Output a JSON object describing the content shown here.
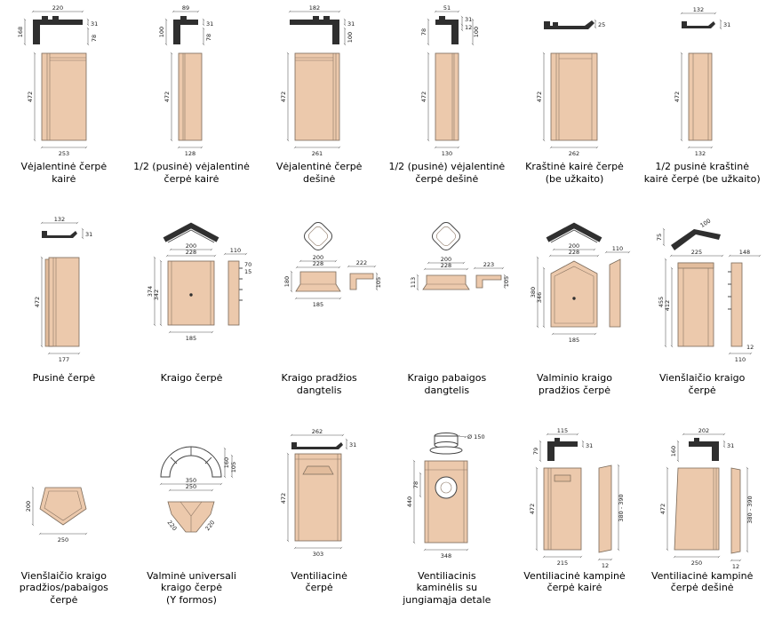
{
  "page": {
    "background": "#ffffff",
    "tile_fill": "#ecc9ac",
    "profile_color": "#2f2f2f",
    "dimension_line_color": "#555555"
  },
  "cells": [
    {
      "id": "vejalentine-kaire",
      "caption": "Vėjalentinė čerpė\nkairė",
      "dims": [
        "220",
        "168",
        "31",
        "78",
        "472",
        "253"
      ]
    },
    {
      "id": "pusine-vejalentine-kaire",
      "caption": "1/2 (pusinė) vėjalentinė\nčerpė kairė",
      "dims": [
        "89",
        "31",
        "100",
        "78",
        "472",
        "128"
      ]
    },
    {
      "id": "vejalentine-desine",
      "caption": "Vėjalentinė čerpė\ndešinė",
      "dims": [
        "182",
        "31",
        "100",
        "472",
        "261"
      ]
    },
    {
      "id": "pusine-vejalentine-desine",
      "caption": "1/2 (pusinė) vėjalentinė\nčerpė dešinė",
      "dims": [
        "51",
        "31",
        "12",
        "78",
        "100",
        "472",
        "130"
      ]
    },
    {
      "id": "krastine-kaire",
      "caption": "Kraštinė kairė čerpė\n(be užkaito)",
      "dims": [
        "25",
        "472",
        "262"
      ]
    },
    {
      "id": "pusine-krastine-kaire",
      "caption": "1/2 pusinė kraštinė\nkairė čerpė (be užkaito)",
      "dims": [
        "132",
        "31",
        "472",
        "132"
      ]
    },
    {
      "id": "pusine-cerpe",
      "caption": "Pusinė čerpė",
      "dims": [
        "132",
        "31",
        "472",
        "177"
      ]
    },
    {
      "id": "kraigo-cerpe",
      "caption": "Kraigo čerpė",
      "dims": [
        "200",
        "228",
        "374",
        "342",
        "185",
        "110",
        "70",
        "15"
      ]
    },
    {
      "id": "kraigo-pradzios-dangtelis",
      "caption": "Kraigo pradžios\ndangtelis",
      "dims": [
        "200",
        "228",
        "180",
        "185",
        "222",
        "105"
      ]
    },
    {
      "id": "kraigo-pabaigos-dangtelis",
      "caption": "Kraigo pabaigos\ndangtelis",
      "dims": [
        "200",
        "228",
        "113",
        "223",
        "105"
      ]
    },
    {
      "id": "valminio-kraigo-pradzios",
      "caption": "Valminio kraigo\npradžios čerpė",
      "dims": [
        "200",
        "228",
        "380",
        "346",
        "185",
        "110"
      ]
    },
    {
      "id": "vienslaicio-kraigo",
      "caption": "Vienšlaičio kraigo\nčerpė",
      "dims": [
        "75",
        "100",
        "225",
        "148",
        "455",
        "412",
        "110",
        "12"
      ]
    },
    {
      "id": "vienslaicio-kraigo-pradzios",
      "caption": "Vienšlaičio kraigo\npradžios/pabaigos\nčerpė",
      "dims": [
        "200",
        "250"
      ]
    },
    {
      "id": "valmine-universali-y",
      "caption": "Valminė universali\nkraigo čerpė\n(Y formos)",
      "dims": [
        "160",
        "105",
        "350",
        "250",
        "220",
        "220"
      ]
    },
    {
      "id": "ventiliacine-cerpe",
      "caption": "Ventiliacinė\nčerpė",
      "dims": [
        "262",
        "31",
        "472",
        "303"
      ]
    },
    {
      "id": "ventiliacinis-kaminelis",
      "caption": "Ventiliacinis\nkaminėlis su\njungiamąja detale",
      "dims": [
        "Ø 150",
        "440",
        "78",
        "348"
      ]
    },
    {
      "id": "ventiliacine-kampine-kaire",
      "caption": "Ventiliacinė kampinė\nčerpė kairė",
      "dims": [
        "115",
        "31",
        "79",
        "472",
        "215",
        "380 - 390",
        "12"
      ]
    },
    {
      "id": "ventiliacine-kampine-desine",
      "caption": "Ventiliacinė kampinė\nčerpė dešinė",
      "dims": [
        "202",
        "31",
        "160",
        "472",
        "250",
        "380 - 390",
        "12"
      ]
    }
  ]
}
